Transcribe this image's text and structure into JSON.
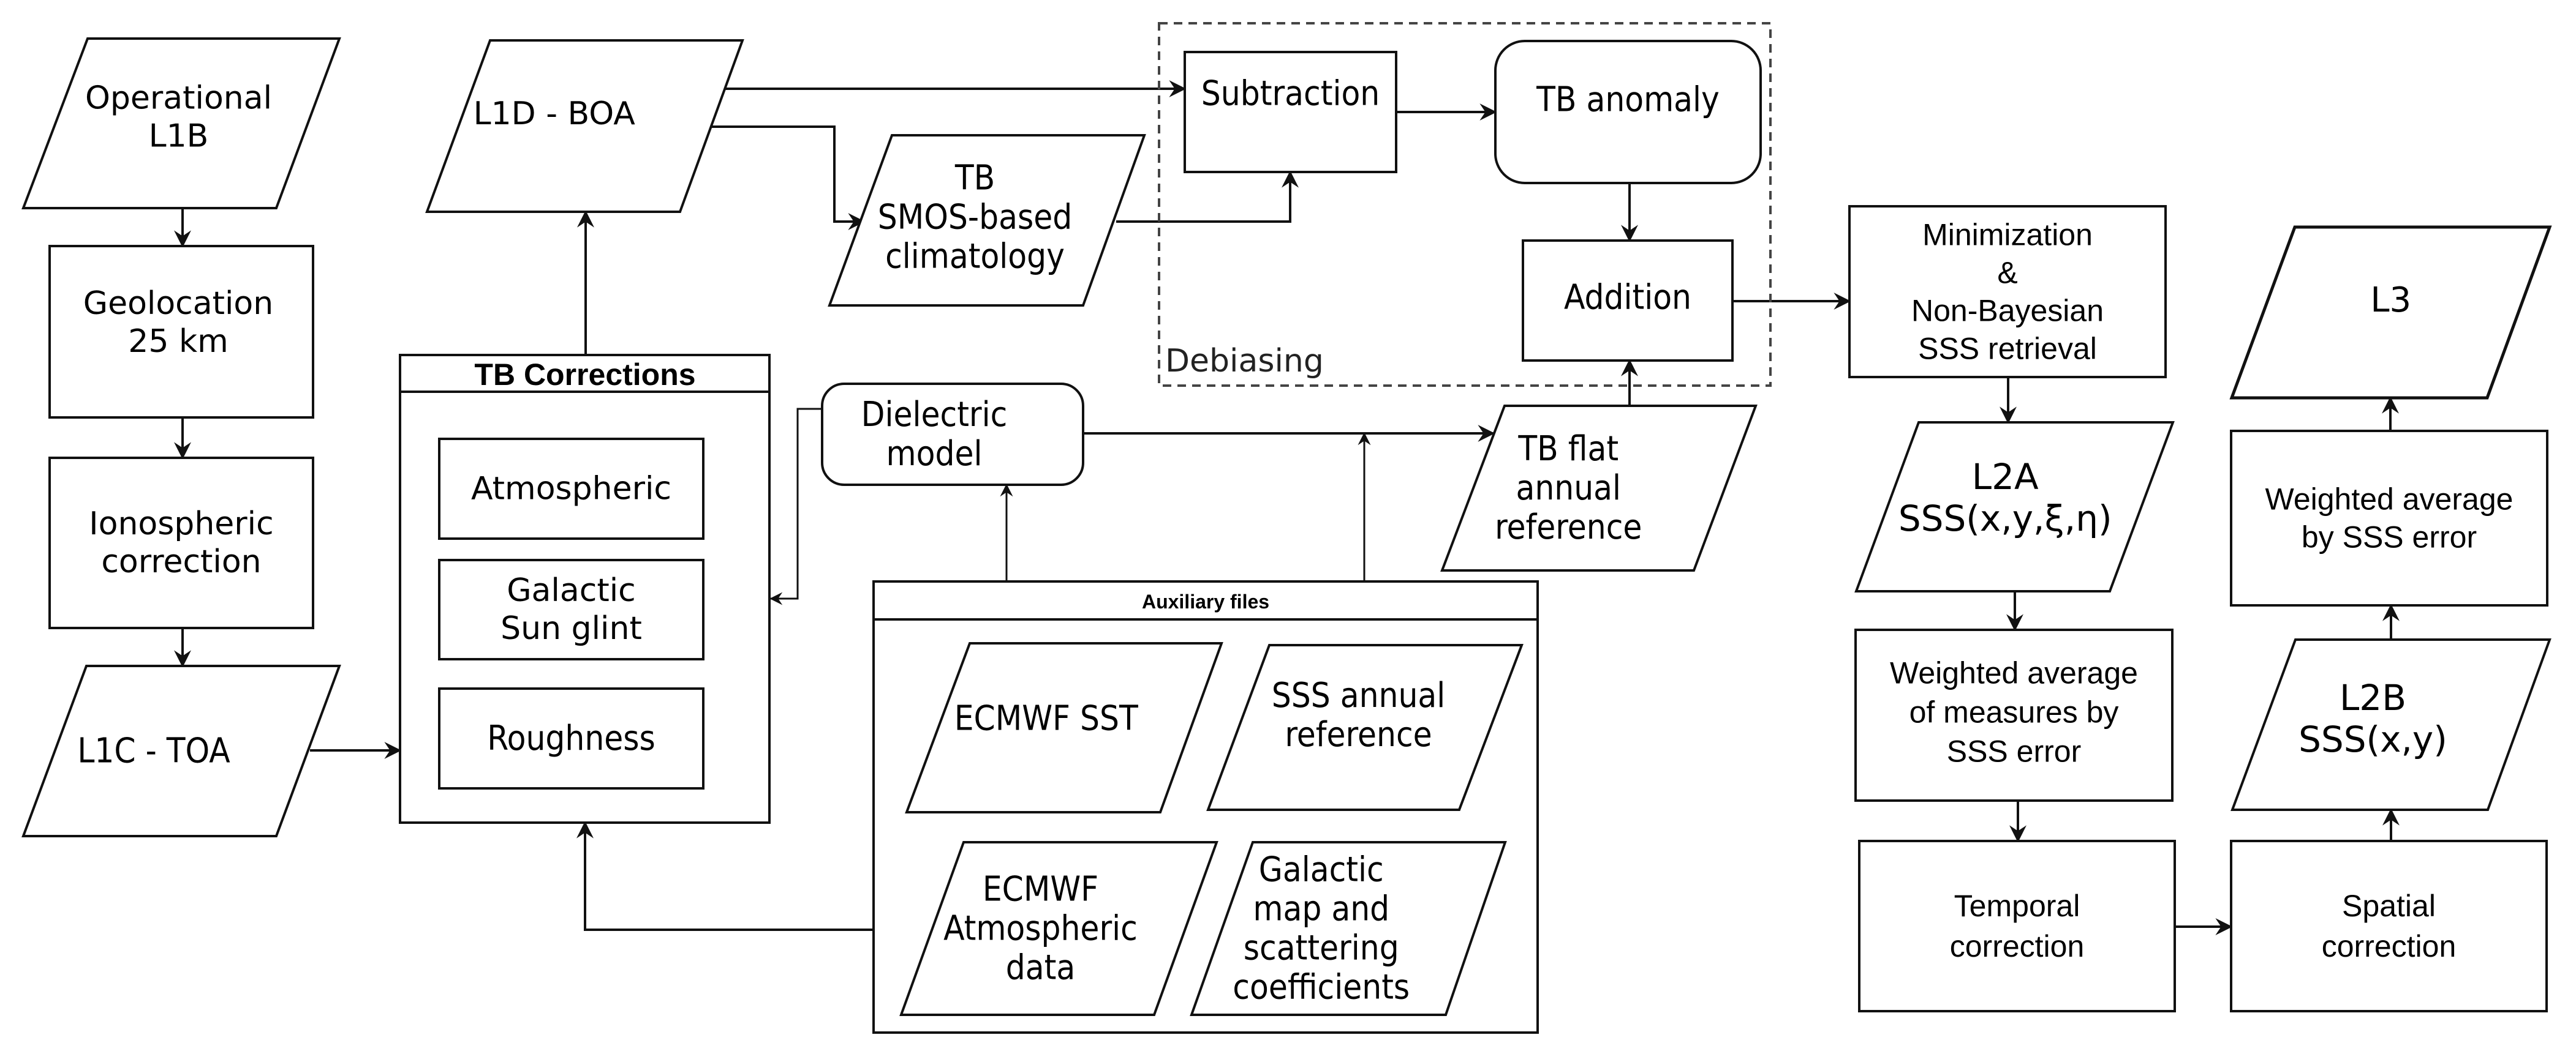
{
  "diagram": {
    "nodes": {
      "operational_l1b": {
        "lines": [
          "Operational",
          "L1B"
        ]
      },
      "geolocation": {
        "lines": [
          "Geolocation",
          "25 km"
        ]
      },
      "ionospheric": {
        "lines": [
          "Ionospheric",
          "correction"
        ]
      },
      "l1c_toa": {
        "lines": [
          "L1C - TOA"
        ]
      },
      "l1d_boa": {
        "lines": [
          "L1D - BOA"
        ]
      },
      "tb_corrections": {
        "header": "TB Corrections"
      },
      "atmospheric": {
        "lines": [
          "Atmospheric"
        ]
      },
      "galactic_sunglint": {
        "lines": [
          "Galactic",
          "Sun glint"
        ]
      },
      "roughness": {
        "lines": [
          "Roughness"
        ]
      },
      "tb_smos_climatology": {
        "lines": [
          "TB",
          "SMOS-based",
          "climatology"
        ]
      },
      "subtraction": {
        "lines": [
          "Subtraction"
        ]
      },
      "tb_anomaly": {
        "lines": [
          "TB anomaly"
        ]
      },
      "addition": {
        "lines": [
          "Addition"
        ]
      },
      "debiasing": {
        "label": "Debiasing"
      },
      "dielectric_model": {
        "lines": [
          "Dielectric",
          "model"
        ]
      },
      "tb_flat_reference": {
        "lines": [
          "TB flat",
          "annual",
          "reference"
        ]
      },
      "auxiliary_files": {
        "header": "Auxiliary files"
      },
      "ecmwf_sst": {
        "lines": [
          "ECMWF SST"
        ]
      },
      "sss_annual_reference": {
        "lines": [
          "SSS annual",
          "reference"
        ]
      },
      "ecmwf_atmospheric": {
        "lines": [
          "ECMWF",
          "Atmospheric",
          "data"
        ]
      },
      "galactic_map": {
        "lines": [
          "Galactic",
          "map and",
          "scattering",
          "coefficients"
        ]
      },
      "minimization": {
        "lines": [
          "Minimization",
          "&",
          "Non-Bayesian",
          "SSS retrieval"
        ]
      },
      "l2a": {
        "lines": [
          "L2A",
          "SSS(x,y,ξ,η)"
        ]
      },
      "weighted_measures": {
        "lines": [
          "Weighted average",
          "of measures by",
          "SSS error"
        ]
      },
      "temporal_correction": {
        "lines": [
          "Temporal",
          "correction"
        ]
      },
      "spatial_correction": {
        "lines": [
          "Spatial",
          "correction"
        ]
      },
      "l2b": {
        "lines": [
          "L2B",
          "SSS(x,y)"
        ]
      },
      "weighted_sss_error": {
        "lines": [
          "Weighted average",
          "by SSS error"
        ]
      },
      "l3": {
        "lines": [
          "L3"
        ]
      }
    },
    "edges": [
      {
        "from": "operational_l1b",
        "to": "geolocation"
      },
      {
        "from": "geolocation",
        "to": "ionospheric"
      },
      {
        "from": "ionospheric",
        "to": "l1c_toa"
      },
      {
        "from": "l1c_toa",
        "to": "tb_corrections"
      },
      {
        "from": "tb_corrections",
        "to": "l1d_boa"
      },
      {
        "from": "l1d_boa",
        "to": "subtraction"
      },
      {
        "from": "l1d_boa",
        "to": "tb_smos_climatology"
      },
      {
        "from": "tb_smos_climatology",
        "to": "subtraction"
      },
      {
        "from": "subtraction",
        "to": "tb_anomaly"
      },
      {
        "from": "tb_anomaly",
        "to": "addition"
      },
      {
        "from": "tb_flat_reference",
        "to": "addition"
      },
      {
        "from": "addition",
        "to": "minimization"
      },
      {
        "from": "dielectric_model",
        "to": "tb_flat_reference"
      },
      {
        "from": "dielectric_model",
        "to": "tb_corrections"
      },
      {
        "from": "ecmwf_sst",
        "to": "dielectric_model"
      },
      {
        "from": "sss_annual_reference",
        "to": "tb_flat_reference"
      },
      {
        "from": "ecmwf_atmospheric",
        "to": "tb_corrections"
      },
      {
        "from": "galactic_map",
        "to": "tb_corrections"
      },
      {
        "from": "minimization",
        "to": "l2a"
      },
      {
        "from": "l2a",
        "to": "weighted_measures"
      },
      {
        "from": "weighted_measures",
        "to": "temporal_correction"
      },
      {
        "from": "temporal_correction",
        "to": "spatial_correction"
      },
      {
        "from": "spatial_correction",
        "to": "l2b"
      },
      {
        "from": "l2b",
        "to": "weighted_sss_error"
      },
      {
        "from": "weighted_sss_error",
        "to": "l3"
      }
    ]
  }
}
